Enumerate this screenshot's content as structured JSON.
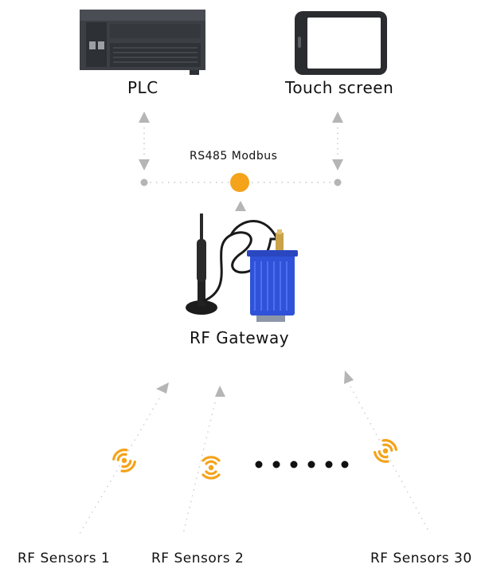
{
  "nodes": {
    "plc": "PLC",
    "touch_screen": "Touch screen",
    "bus": "RS485 Modbus",
    "gateway": "RF Gateway",
    "sensor_1": "RF Sensors 1",
    "sensor_2": "RF Sensors 2",
    "sensor_30": "RF Sensors 30"
  },
  "colors": {
    "accent": "#f5a31a",
    "arrow": "#b5b5b5",
    "dots": "#c8c8c8",
    "gateway_blue": "#2f52d8",
    "device_dark": "#3c3f44",
    "ellipsis": "#111111"
  },
  "icons": {
    "plc": "plc-device-icon",
    "touch_screen": "tablet-screen-icon",
    "gateway": "rf-gateway-device-icon",
    "antenna": "antenna-icon",
    "wireless": "wireless-signal-icon"
  }
}
